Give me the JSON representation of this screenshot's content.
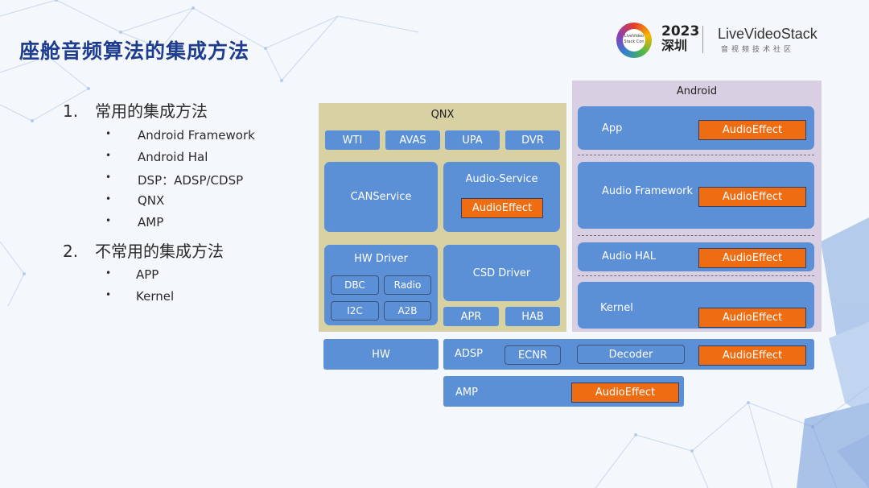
{
  "slide": {
    "title": "座舱音频算法的集成方法"
  },
  "logo": {
    "ring_text": "LiveVideo Stack Con",
    "year": "2023",
    "city": "深圳",
    "brand": "LiveVideoStack",
    "subtitle": "音视频技术社区"
  },
  "list": {
    "item1": {
      "number": "1.",
      "label": "常用的集成方法"
    },
    "item1_subs": [
      "Android Framework",
      "Android Hal",
      "DSP：ADSP/CDSP",
      "QNX",
      "AMP"
    ],
    "item2": {
      "number": "2.",
      "label": "不常用的集成方法"
    },
    "item2_subs": [
      "APP",
      "Kernel"
    ],
    "bullet": "•"
  },
  "diagram": {
    "qnx": {
      "title": "QNX",
      "top_row": [
        "WTI",
        "AVAS",
        "UPA",
        "DVR"
      ],
      "canservice": "CANService",
      "audio_service": "Audio-Service",
      "hw_driver": "HW Driver",
      "hw_driver_items": [
        "DBC",
        "Radio",
        "I2C",
        "A2B"
      ],
      "csd_driver": "CSD Driver",
      "apr": "APR",
      "hab": "HAB"
    },
    "android": {
      "title": "Android",
      "app": "App",
      "audio_framework": "Audio Framework",
      "audio_hal": "Audio HAL",
      "kernel": "Kernel"
    },
    "hw": "HW",
    "adsp": "ADSP",
    "ecnr": "ECNR",
    "decoder": "Decoder",
    "amp": "AMP",
    "audio_effect": "AudioEffect",
    "colors": {
      "block_blue": "#5b8fd6",
      "effect_orange": "#ee6d12",
      "qnx_bg": "#d7d1a4",
      "android_bg": "#d8cfe3",
      "title_blue": "#1f3d8f"
    }
  }
}
